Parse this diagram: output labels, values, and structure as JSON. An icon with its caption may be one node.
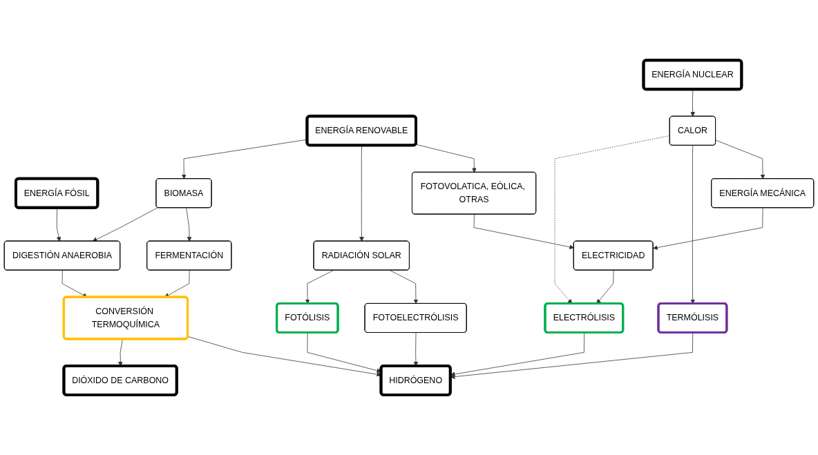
{
  "diagram": {
    "nodes": [
      {
        "text": [
          "ENERGÍA NUCLEAR"
        ]
      },
      {
        "text": [
          "ENERGÍA RENOVABLE"
        ]
      },
      {
        "text": [
          "ENERGÍA FÓSIL"
        ]
      },
      {
        "text": [
          "CALOR"
        ]
      },
      {
        "text": [
          "FOTOVOLATICA, EÓLICA, OTRAS"
        ]
      },
      {
        "text": [
          "RADIACIÓN SOLAR"
        ]
      },
      {
        "text": [
          "BIOMASA"
        ]
      },
      {
        "text": [
          "ENERGÍA MECÁNICA"
        ]
      },
      {
        "text": [
          "FOTOELECTRÓLISIS"
        ]
      },
      {
        "text": [
          "FERMENTACIÓN"
        ]
      },
      {
        "text": [
          "DIGESTIÓN ANAEROBIA"
        ]
      },
      {
        "text": [
          "ELECTRICIDAD"
        ]
      },
      {
        "text": [
          "CONVERSIÓN TERMOQUÍMICA"
        ]
      },
      {
        "text": [
          "TERMÓLISIS"
        ]
      },
      {
        "text": [
          "ELECTRÓLISIS"
        ]
      },
      {
        "text": [
          "FOTÓLISIS"
        ]
      },
      {
        "text": [
          "HIDRÓGENO"
        ]
      },
      {
        "text": [
          "DIÓXIDO DE CARBONO"
        ]
      }
    ],
    "edges": [
      {
        "from": 0,
        "to": 3,
        "arrow": "to"
      },
      {
        "from": 1,
        "to": 4,
        "arrow": "to"
      },
      {
        "from": 1,
        "to": 5,
        "arrow": "to"
      },
      {
        "from": 1,
        "to": 6,
        "arrow": "to"
      },
      {
        "from": 3,
        "to": 7,
        "arrow": "to"
      },
      {
        "from": 3,
        "to": 13,
        "arrow": "to"
      },
      {
        "from": 3,
        "to": 14,
        "arrow": "to",
        "style": "dashed"
      },
      {
        "from": 5,
        "to": 8,
        "arrow": "to"
      },
      {
        "from": 5,
        "to": 15,
        "arrow": "to"
      },
      {
        "from": 6,
        "to": 9,
        "arrow": "to"
      },
      {
        "from": 6,
        "to": 10,
        "arrow": "to"
      },
      {
        "from": 2,
        "to": 10,
        "arrow": "to"
      },
      {
        "from": 4,
        "to": 11,
        "arrow": "to"
      },
      {
        "from": 7,
        "to": 11,
        "arrow": "to"
      },
      {
        "from": 11,
        "to": 14,
        "arrow": "to"
      },
      {
        "from": 9,
        "to": 12,
        "arrow": "to"
      },
      {
        "from": 10,
        "to": 12,
        "arrow": "to"
      },
      {
        "from": 8,
        "to": 16,
        "arrow": "to"
      },
      {
        "from": 12,
        "to": 16,
        "arrow": "to"
      },
      {
        "from": 12,
        "to": 17,
        "arrow": "to"
      },
      {
        "from": 13,
        "to": 16,
        "arrow": "to"
      },
      {
        "from": 14,
        "to": 16,
        "arrow": "to"
      },
      {
        "from": 15,
        "to": 16,
        "arrow": "to"
      }
    ]
  }
}
